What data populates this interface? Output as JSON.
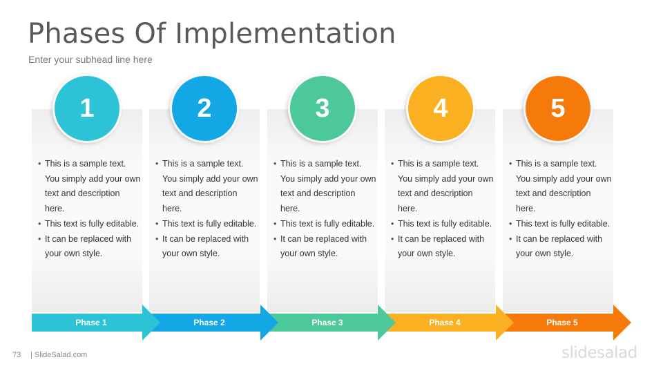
{
  "slide": {
    "title": "Phases Of Implementation",
    "subtitle": "Enter your subhead line here"
  },
  "phases": [
    {
      "number": "1",
      "label": "Phase 1",
      "color": "#2bc3d5",
      "bullets": [
        "This is a sample text. You simply add your own text and description here.",
        "This text is fully editable.",
        "It can be replaced with your own style."
      ]
    },
    {
      "number": "2",
      "label": "Phase 2",
      "color": "#14a7e6",
      "bullets": [
        "This is a sample text. You simply add your own text and description here.",
        "This text is fully editable.",
        "It can be replaced with your own style."
      ]
    },
    {
      "number": "3",
      "label": "Phase 3",
      "color": "#4dc89a",
      "bullets": [
        "This is a sample text. You simply add your own text and description here.",
        "This text is fully editable.",
        "It can be replaced with your own style."
      ]
    },
    {
      "number": "4",
      "label": "Phase 4",
      "color": "#fbb022",
      "bullets": [
        "This is a sample text. You simply add your own text and description here.",
        "This text is fully editable.",
        "It can be replaced with your own style."
      ]
    },
    {
      "number": "5",
      "label": "Phase 5",
      "color": "#f57a0a",
      "bullets": [
        "This is a sample text. You simply add your own text and description here.",
        "This text is fully editable.",
        "It can be replaced with your own style."
      ]
    }
  ],
  "footer": {
    "page_number": "73",
    "site": "| SlideSalad.com",
    "logo": "slidesalad"
  }
}
